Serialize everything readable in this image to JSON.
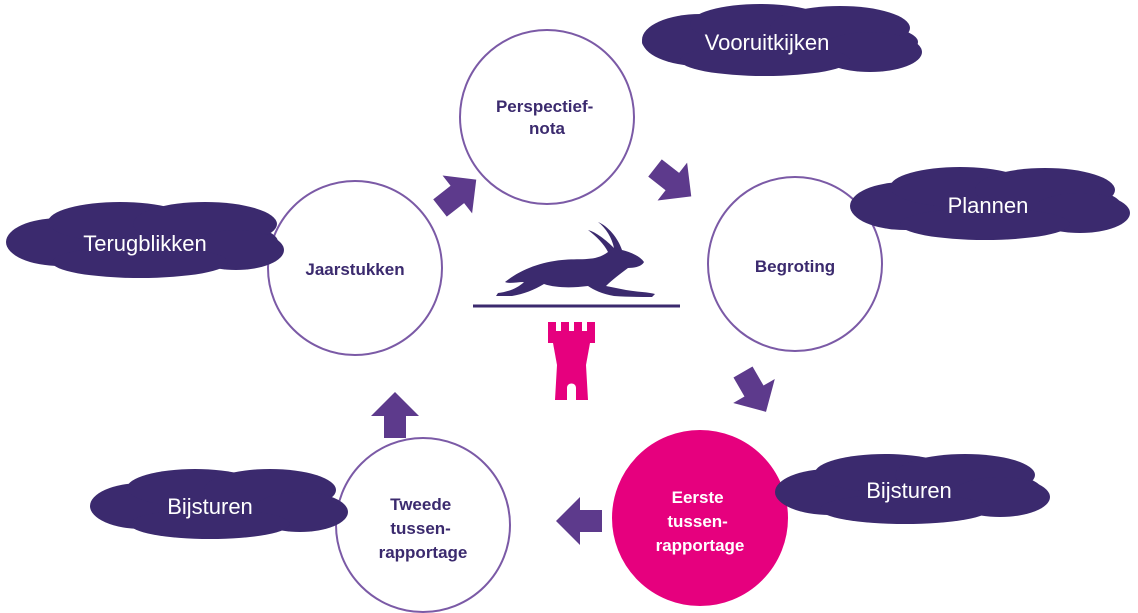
{
  "colors": {
    "purple": "#3b2a6e",
    "arrow_purple": "#5d3a8c",
    "circle_outline": "#7b5aa6",
    "highlight_magenta": "#e6007e",
    "white": "#ffffff"
  },
  "stages": [
    {
      "id": "perspectiefnota",
      "lines": [
        "Perspectief-",
        "nota"
      ],
      "highlighted": false
    },
    {
      "id": "begroting",
      "lines": [
        "Begroting"
      ],
      "highlighted": false
    },
    {
      "id": "eerste",
      "lines": [
        "Eerste",
        "tussen-",
        "rapportage"
      ],
      "highlighted": true
    },
    {
      "id": "tweede",
      "lines": [
        "Tweede",
        "tussen-",
        "rapportage"
      ],
      "highlighted": false
    },
    {
      "id": "jaarstukken",
      "lines": [
        "Jaarstukken"
      ],
      "highlighted": false
    }
  ],
  "clouds": {
    "vooruitkijken": "Vooruitkijken",
    "plannen": "Plannen",
    "bijsturen_right": "Bijsturen",
    "bijsturen_left": "Bijsturen",
    "terugblikken": "Terugblikken"
  },
  "icons": {
    "hare": "hare-logo-icon",
    "tower": "tower-logo-icon"
  }
}
